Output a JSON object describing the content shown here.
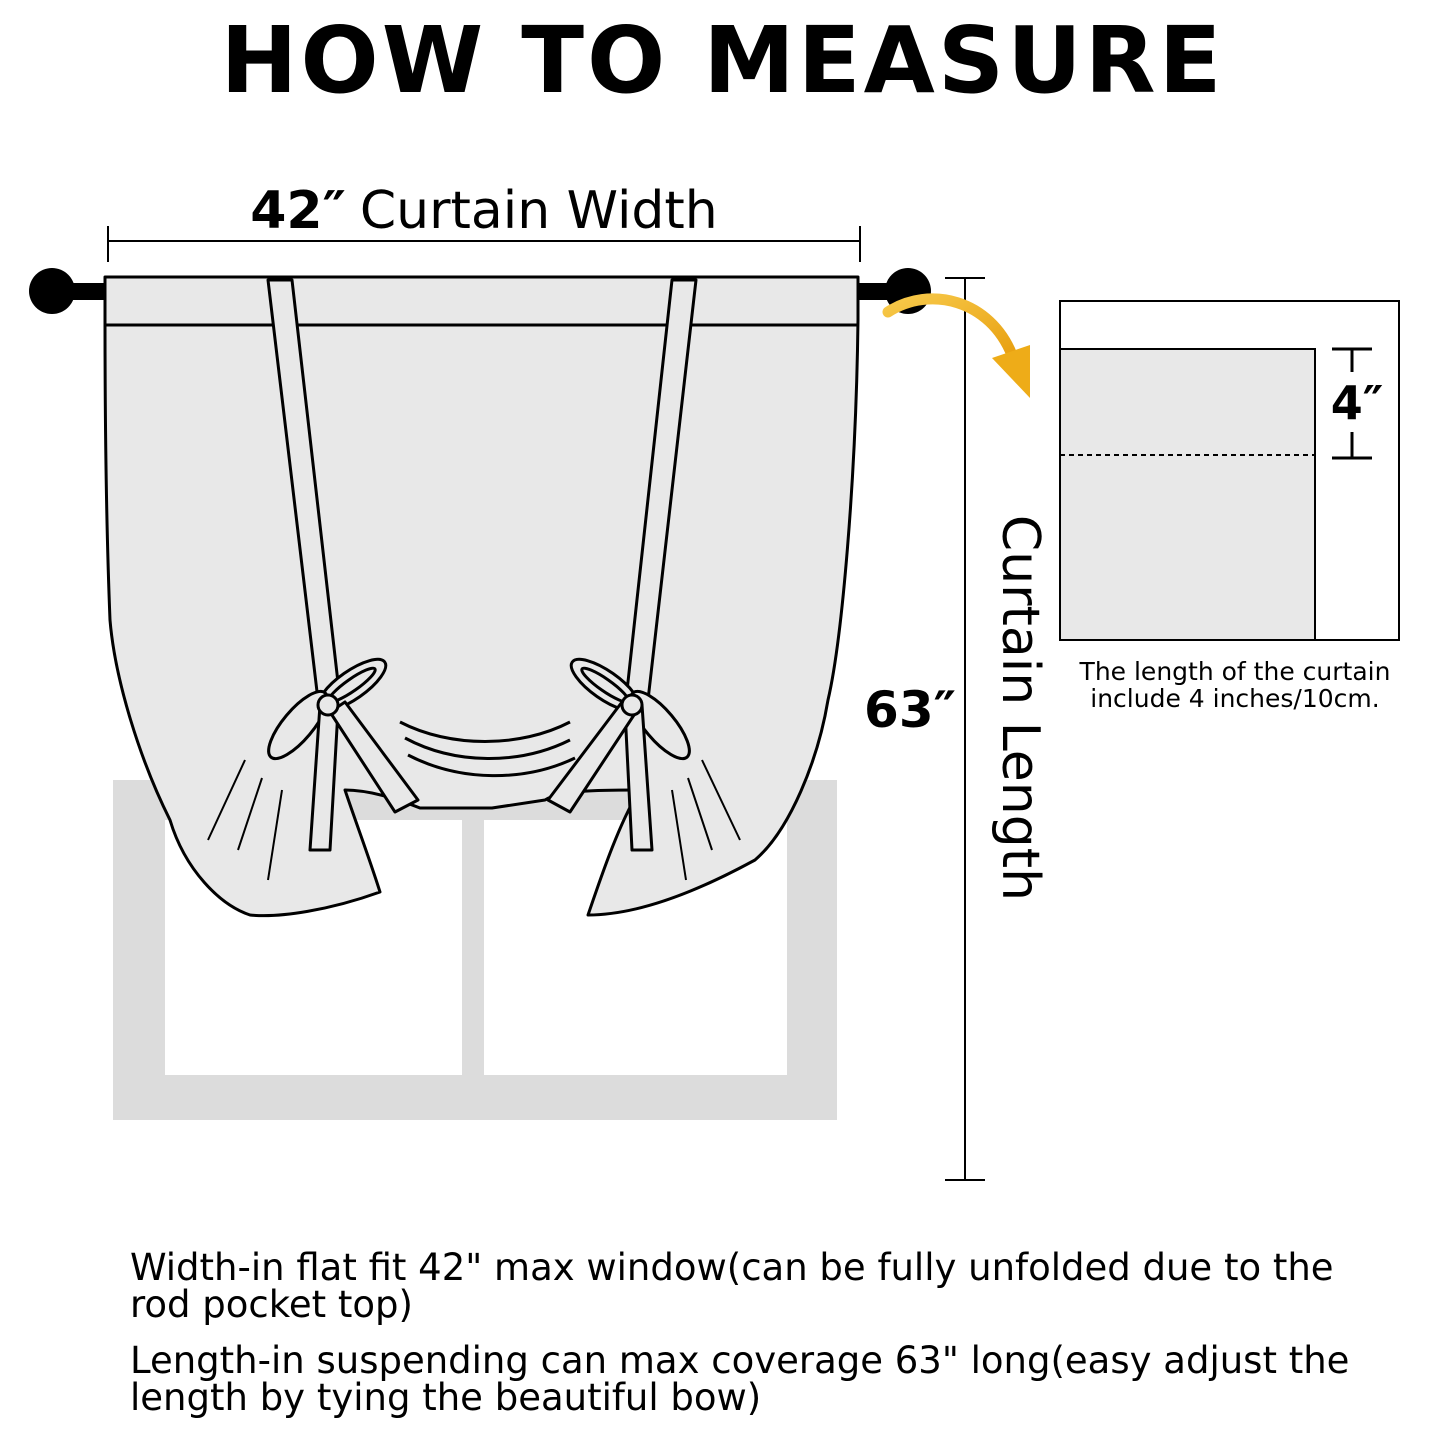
{
  "title": "HOW TO MEASURE",
  "width_dimension": {
    "value": "42″",
    "label": "Curtain Width"
  },
  "length_dimension": {
    "value": "63″",
    "label": "Curtain Length"
  },
  "rod_pocket": {
    "value": "4″",
    "note": "The length of the curtain include 4 inches/10cm."
  },
  "notes": [
    "Width-in flat fit 42\" max window(can be fully unfolded due to the rod pocket top)",
    "Length-in suspending can max coverage 63\" long(easy adjust the length by tying the beautiful bow)"
  ],
  "colors": {
    "window_frame": "#dcdcdc",
    "curtain_fill": "#e8e8e8",
    "outline": "#000000",
    "arrow": "#f2b21d"
  }
}
